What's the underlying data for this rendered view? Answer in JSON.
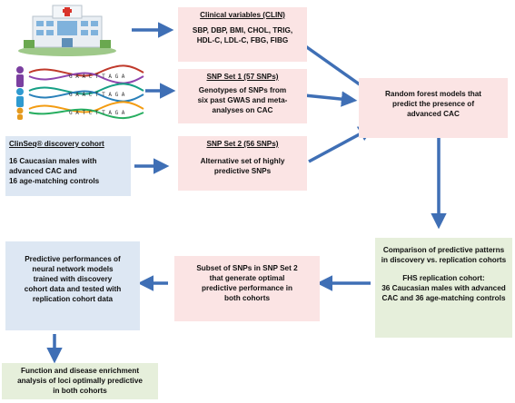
{
  "boxes": {
    "clinical": {
      "title": "Clinical variables (CLIN)",
      "lines": [
        "SBP, DBP, BMI, CHOL, TRIG,",
        "HDL-C, LDL-C, FBG, FIBG"
      ]
    },
    "snp1": {
      "title": "SNP Set 1 (57 SNPs)",
      "lines": [
        "Genotypes of SNPs from",
        "six past GWAS and meta-",
        "analyses on CAC"
      ]
    },
    "snp2": {
      "title": "SNP Set 2 (56 SNPs)",
      "lines": [
        "Alternative set of highly",
        "predictive SNPs"
      ]
    },
    "clinseq": {
      "title": "ClinSeq® discovery cohort",
      "lines": [
        "16 Caucasian males with",
        "advanced CAC and",
        "16 age-matching controls"
      ]
    },
    "random_forest": {
      "lines": [
        "Random forest models that",
        "predict the presence of",
        "advanced CAC"
      ]
    },
    "comparison": {
      "lines": [
        "Comparison of predictive patterns",
        "in discovery vs. replication cohorts"
      ],
      "lines2": [
        "FHS replication cohort:",
        "36 Caucasian males with advanced",
        "CAC and 36 age-matching controls"
      ]
    },
    "subset": {
      "lines": [
        "Subset of SNPs in SNP Set 2",
        "that generate optimal",
        "predictive performance in",
        "both cohorts"
      ]
    },
    "neural": {
      "lines": [
        "Predictive performances of",
        "neural network models",
        "trained with discovery",
        "cohort data and tested with",
        "replication cohort data"
      ]
    },
    "enrichment": {
      "lines": [
        "Function and disease enrichment",
        "analysis of loci optimally predictive",
        "in both cohorts"
      ]
    }
  },
  "dna_strands": [
    "G A A C T T A G A",
    "G A A C T T A G A",
    "G A T C T T A G A"
  ],
  "colors": {
    "arrow": "#3f6fb5",
    "pink": "#fbe4e4",
    "blue": "#dde7f3",
    "green": "#e6efdb"
  },
  "icons": [
    "hospital-icon",
    "people-icon",
    "dna-icon"
  ]
}
